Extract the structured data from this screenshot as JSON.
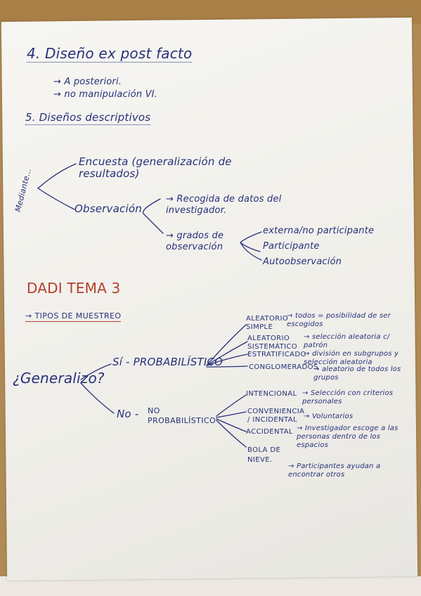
{
  "section4": {
    "heading": "4. Diseño ex post facto",
    "items": [
      "→ A posteriori.",
      "→ no manipulación VI."
    ]
  },
  "section5": {
    "heading": "5. Diseños descriptivos",
    "root": "Mediante...",
    "encuesta": "Encuesta (generalización de resultados)",
    "observacion": "Observación",
    "obs_items": [
      "→ Recogida de datos del investigador.",
      "→ grados de observación"
    ],
    "grados": [
      "externa/no participante",
      "Participante",
      "Autoobservación"
    ]
  },
  "tema": {
    "heading": "DADI TEMA 3",
    "subheading": "→ TIPOS DE MUESTREO",
    "question": "¿Generalizo?",
    "si_label": "Sí - PROBABILÍSTICO",
    "no_label_1": "No -",
    "no_label_2": "NO PROBABILÍSTICO",
    "prob_types": [
      {
        "name": "ALEATORIO SIMPLE",
        "desc": "→ todos = posibilidad de ser escogidos"
      },
      {
        "name": "ALEATORIO SISTEMÁTICO",
        "desc": "→ selección aleatoria c/ patrón"
      },
      {
        "name": "ESTRATIFICADO",
        "desc": "→ división en subgrupos y selección aleatoria"
      },
      {
        "name": "CONGLOMERADOS",
        "desc": "→ aleatorio de todos los grupos"
      }
    ],
    "nonprob_types": [
      {
        "name": "INTENCIONAL",
        "desc": "→ Selección con criterios personales"
      },
      {
        "name": "CONVENIENCIA / INCIDENTAL",
        "desc": "→ Voluntarios"
      },
      {
        "name": "ACCIDENTAL",
        "desc": "→ Investigador escoge a las personas dentro de los espacios"
      },
      {
        "name": "BOLA DE NIEVE.",
        "desc": "→ Participantes ayudan a encontrar otros"
      }
    ]
  }
}
